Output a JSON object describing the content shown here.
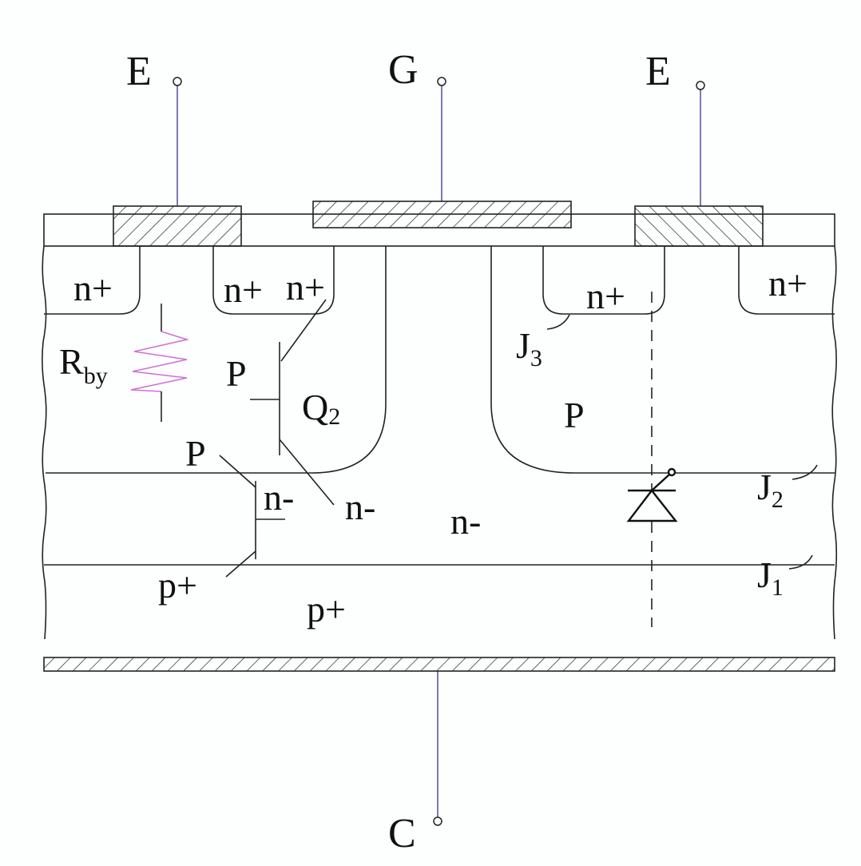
{
  "terminals": {
    "emitter_left": "E",
    "gate": "G",
    "emitter_right": "E",
    "collector": "C"
  },
  "regions": {
    "n_plus_1": "n+",
    "n_plus_2": "n+",
    "n_plus_3": "n+",
    "n_plus_4": "n+",
    "n_plus_5": "n+",
    "p_left": "P",
    "p_right": "P",
    "p_lower": "P",
    "n_minus_center": "n-",
    "n_minus_q": "n-",
    "n_minus_small": "n-",
    "p_plus_center": "p+",
    "p_plus_label": "p+"
  },
  "components": {
    "resistor": "R",
    "resistor_sub": "by",
    "transistor": "Q",
    "transistor_sub": "2"
  },
  "junctions": [
    {
      "main": "J",
      "sub": "3"
    },
    {
      "main": "J",
      "sub": "2"
    },
    {
      "main": "J",
      "sub": "1"
    }
  ],
  "colors": {
    "lead": "#5a5aa8",
    "resistor": "#d070d8"
  }
}
